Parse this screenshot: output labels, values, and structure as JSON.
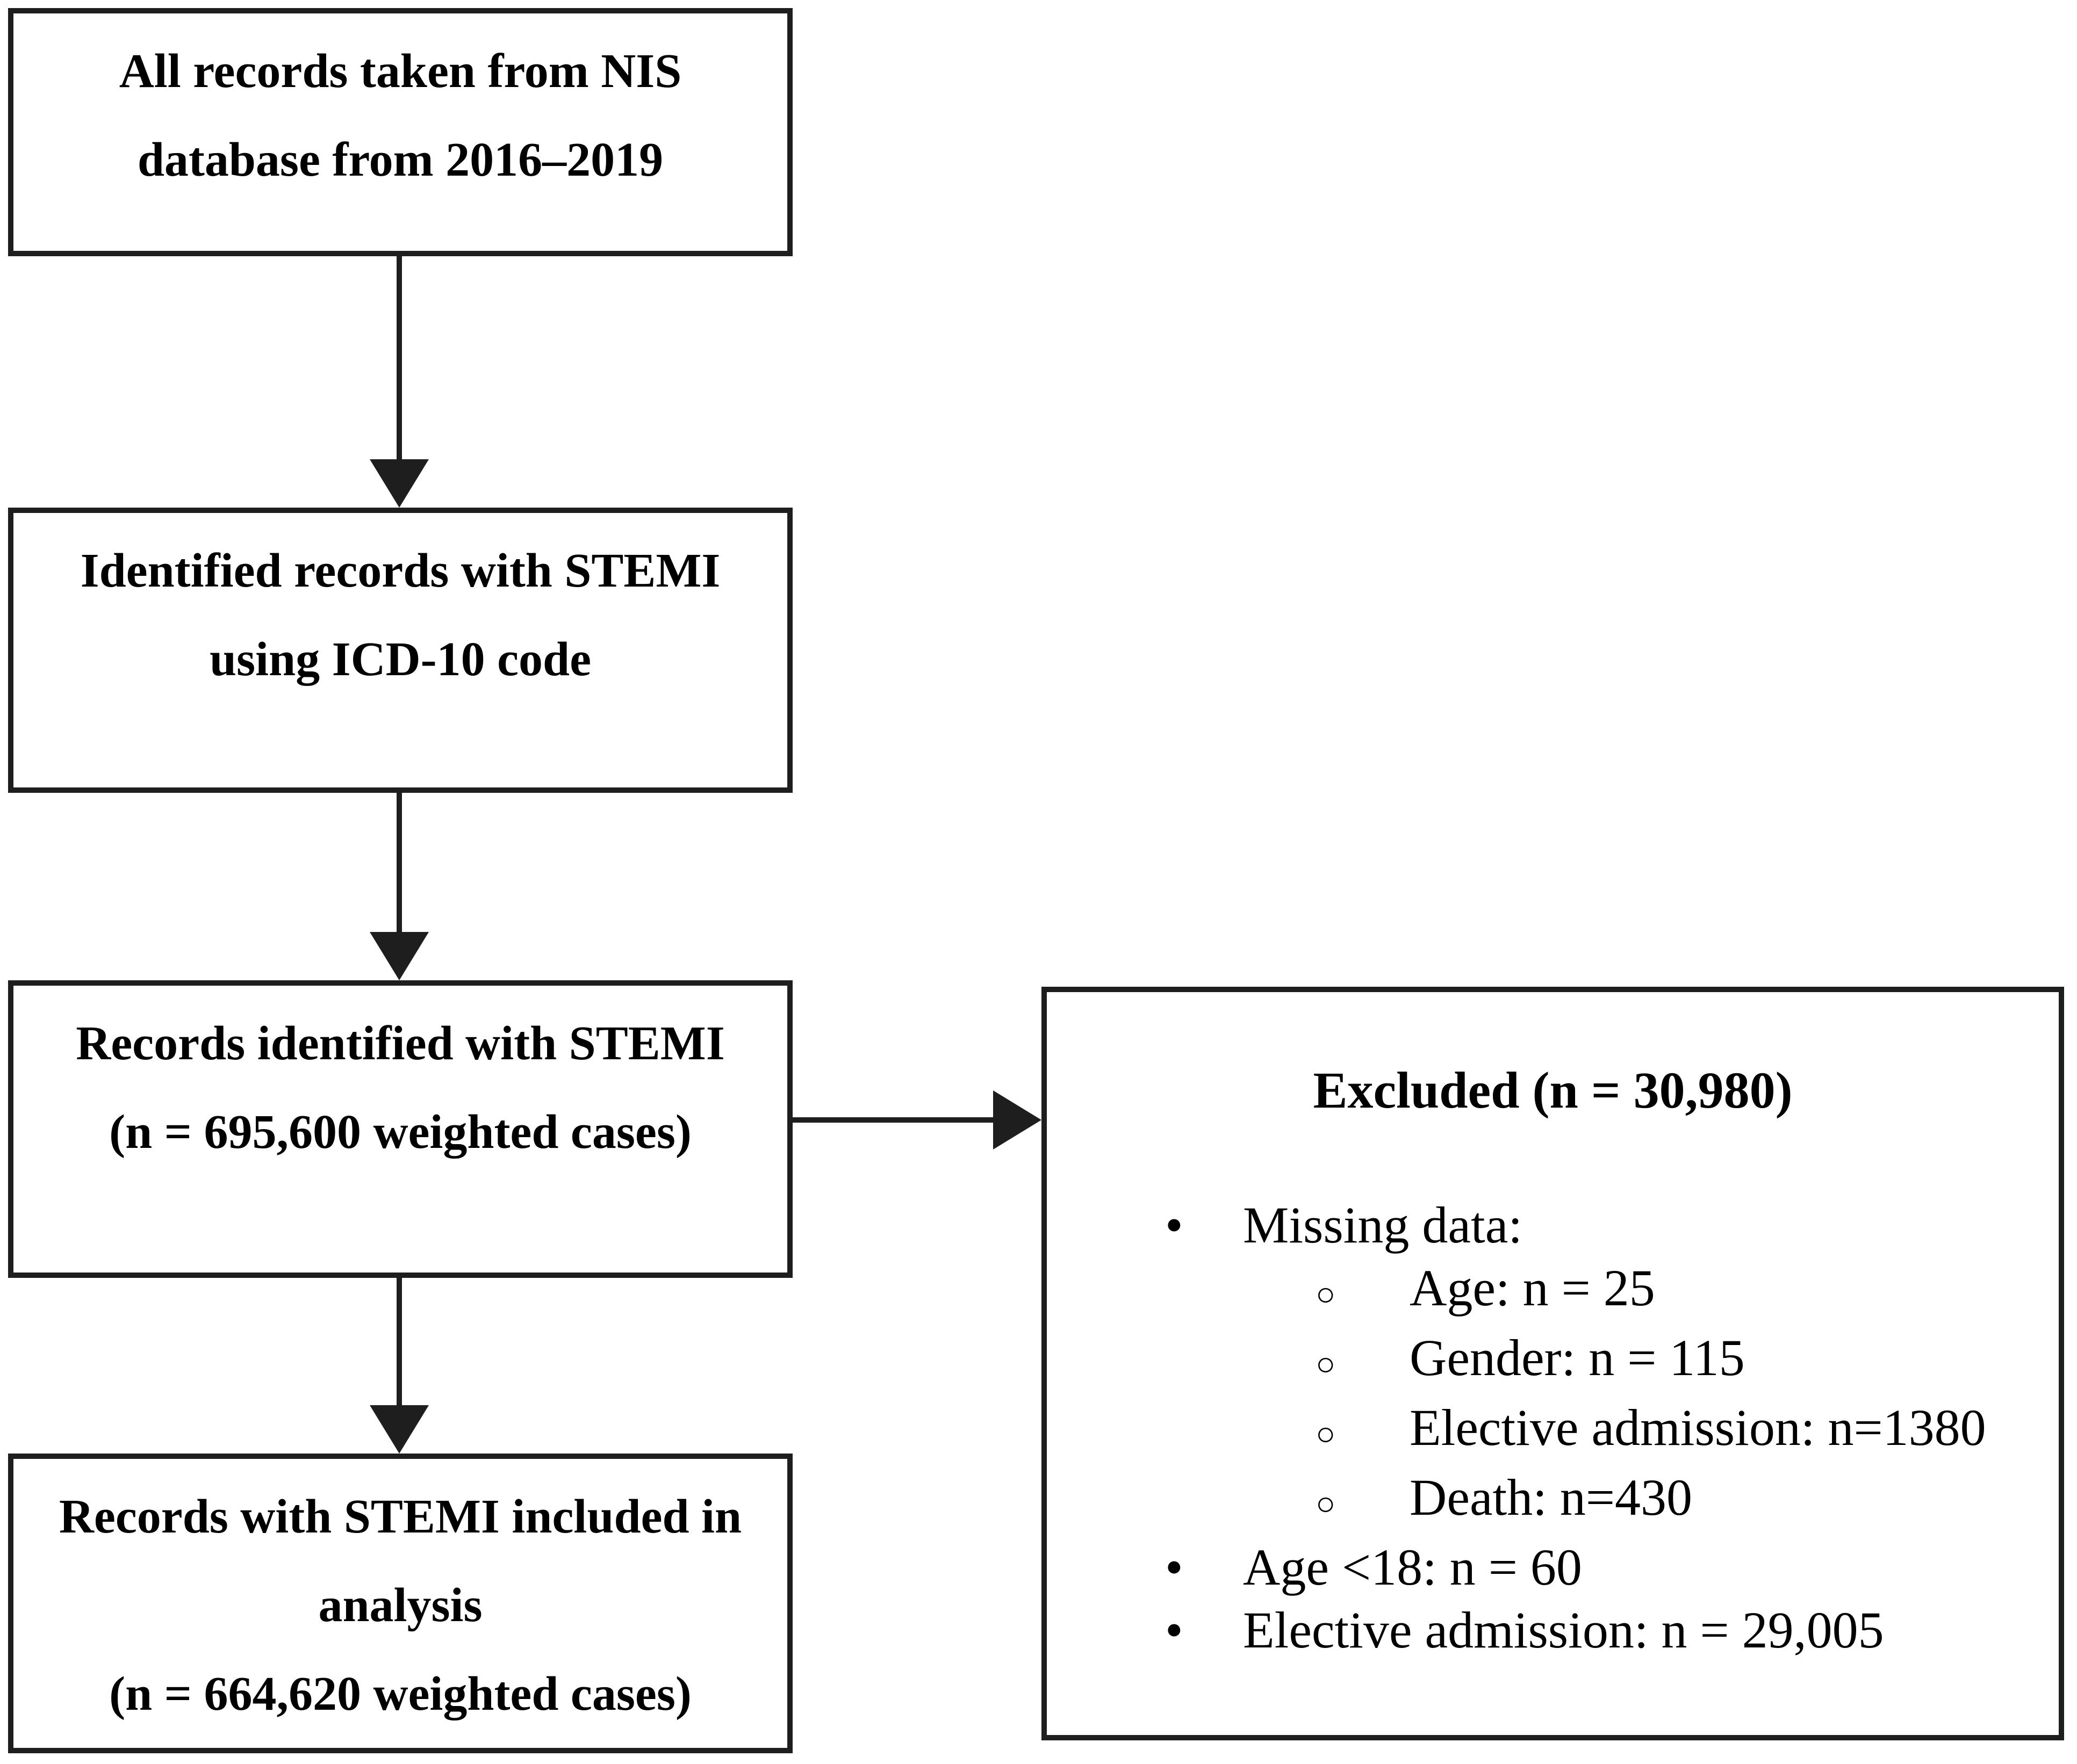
{
  "figure": {
    "background": "#ffffff",
    "border_color": "#1e1e1e",
    "text_color": "#000000"
  },
  "boxes": [
    {
      "lines": [
        "All records taken from NIS",
        "database from 2016–2019"
      ]
    },
    {
      "lines": [
        "Identified records with STEMI",
        "using ICD-10 code"
      ]
    },
    {
      "lines": [
        "Records identified with STEMI",
        "(n = 695,600 weighted cases)"
      ]
    },
    {
      "lines": [
        "Records with STEMI included in",
        "analysis",
        "(n = 664,620 weighted cases)"
      ]
    }
  ],
  "excluded": {
    "title": "Excluded (n = 30,980)",
    "items": [
      {
        "text": "Missing data:"
      },
      {
        "text": "Age: n = 25"
      },
      {
        "text": "Gender: n = 115"
      },
      {
        "text": "Elective admission: n=1380"
      },
      {
        "text": "Death: n=430"
      },
      {
        "text": "Age <18: n = 60"
      },
      {
        "text": "Elective admission: n = 29,005"
      }
    ]
  },
  "bullets": {
    "level1": "•",
    "level2": "○"
  }
}
